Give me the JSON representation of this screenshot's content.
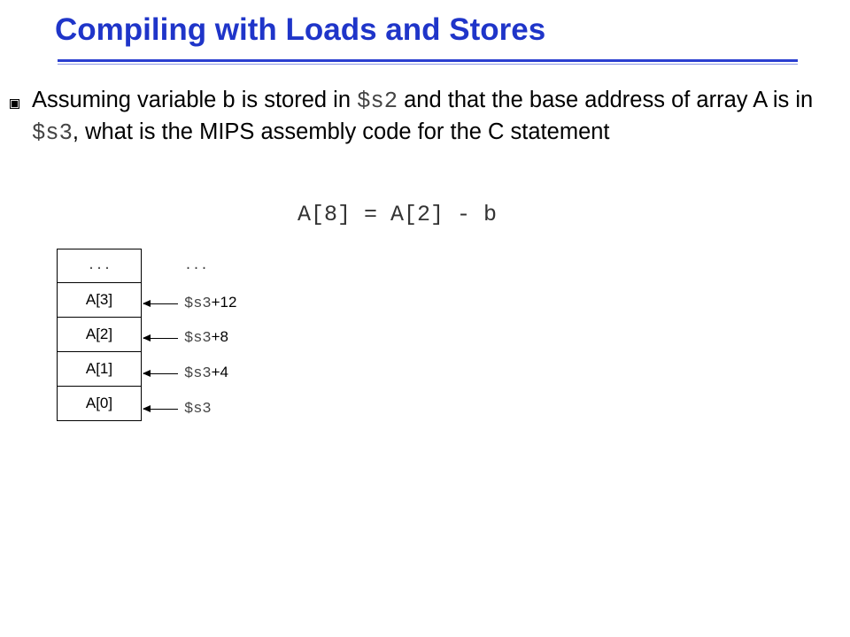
{
  "slide": {
    "title": "Compiling with Loads and Stores",
    "colors": {
      "title": "#1f35c9",
      "rule": "#2a3fd0"
    }
  },
  "bullet": {
    "icon": "square-bullet-icon",
    "text_1": "Assuming variable b is stored in ",
    "reg_1": "$s2",
    "text_2": " and that the base address of array A is in ",
    "reg_2": "$s3",
    "text_3": ", what is the MIPS assembly code for the C statement"
  },
  "statement": "A[8] = A[2] - b",
  "memory": {
    "cells": [
      "...",
      "A[3]",
      "A[2]",
      "A[1]",
      "A[0]"
    ],
    "address_dots": "...",
    "addresses": [
      {
        "reg": "$s3",
        "offset": "+12"
      },
      {
        "reg": "$s3",
        "offset": "+8"
      },
      {
        "reg": "$s3",
        "offset": "+4"
      },
      {
        "reg": "$s3",
        "offset": ""
      }
    ]
  }
}
